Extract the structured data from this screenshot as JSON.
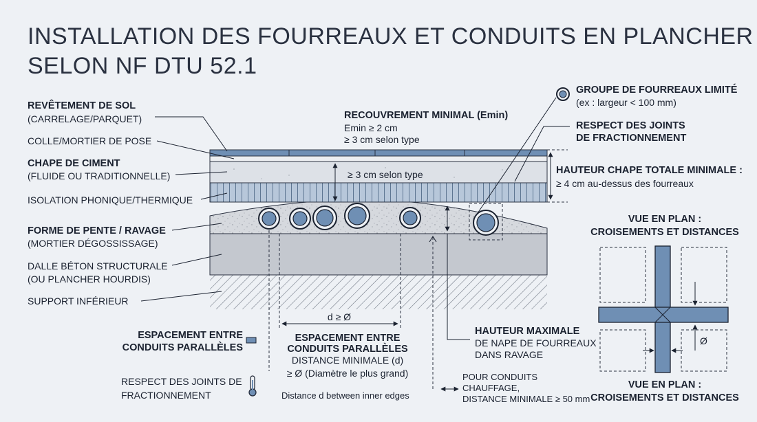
{
  "title": {
    "line1": "INSTALLATION DES FOURREAUX ET CONDUITS EN PLANCHER",
    "line2": "SELON NF DTU 52.1"
  },
  "layers": {
    "revetement": {
      "title": "REVÊTEMENT DE SOL",
      "sub": "(CARRELAGE/PARQUET)"
    },
    "colle": {
      "title": "COLLE/MORTIER DE POSE"
    },
    "chape": {
      "title": "CHAPE DE CIMENT",
      "sub": "(FLUIDE OU TRADITIONNELLE)"
    },
    "isolation": {
      "title": "ISOLATION PHONIQUE/THERMIQUE"
    },
    "forme": {
      "title": "FORME DE PENTE / RAVAGE",
      "sub": "(MORTIER DÉGOSSISSAGE)"
    },
    "dalle": {
      "title": "DALLE BÉTON STRUCTURALE",
      "sub": "(OU PLANCHER HOURDIS)"
    },
    "support": {
      "title": "SUPPORT INFÉRIEUR"
    }
  },
  "recouvrement": {
    "title": "RECOUVREMENT MINIMAL (Emin)",
    "line1": "Emin ≥ 2 cm",
    "line2": "≥ 3 cm selon type"
  },
  "chape_dim": "≥ 3 cm selon type",
  "groupe": {
    "title": "GROUPE DE FOURREAUX LIMITÉ",
    "sub": "(ex : largeur < 100 mm)"
  },
  "joints_top": {
    "line1": "RESPECT DES JOINTS",
    "line2": "DE FRACTIONNEMENT"
  },
  "hauteur_totale": {
    "title": "HAUTEUR CHAPE TOTALE MINIMALE :",
    "sub": "≥ 4 cm au-dessus des fourreaux"
  },
  "vue_plan": {
    "line1": "VUE EN PLAN :",
    "line2": "CROISEMENTS ET DISTANCES"
  },
  "espacement_left": {
    "line1": "ESPACEMENT ENTRE",
    "line2": "CONDUITS PARALLÈLES"
  },
  "espacement_center": {
    "line1": "ESPACEMENT ENTRE",
    "line2": "CONDUITS PARALLÈLES",
    "line3": "DISTANCE MINIMALE (d)",
    "line4": "≥ Ø (Diamètre le plus grand)"
  },
  "d_label": "d ≥ Ø",
  "hauteur_max": {
    "title": "HAUTEUR MAXIMALE",
    "line1": "DE NAPE DE FOURREAUX",
    "line2": "DANS RAVAGE"
  },
  "joints_bottom": {
    "line1": "RESPECT DES JOINTS DE",
    "line2": "FRACTIONNEMENT"
  },
  "distance_note": "Distance d between inner edges",
  "chauffage": {
    "line1": "POUR CONDUITS",
    "line2": "CHAUFFAGE,",
    "line3": "DISTANCE MINIMALE ≥ 50 mm"
  },
  "phi": "Ø",
  "colors": {
    "tile": "#6f8fb4",
    "screed": "#dde1e7",
    "insulation": "#b6c6da",
    "mortar": "#d3d6db",
    "slab": "#c4c8cf",
    "pipe": "#6f8fb4"
  },
  "icons": [
    "pipe-circle-icon",
    "thermometer-icon",
    "dim-arrow-icon"
  ]
}
